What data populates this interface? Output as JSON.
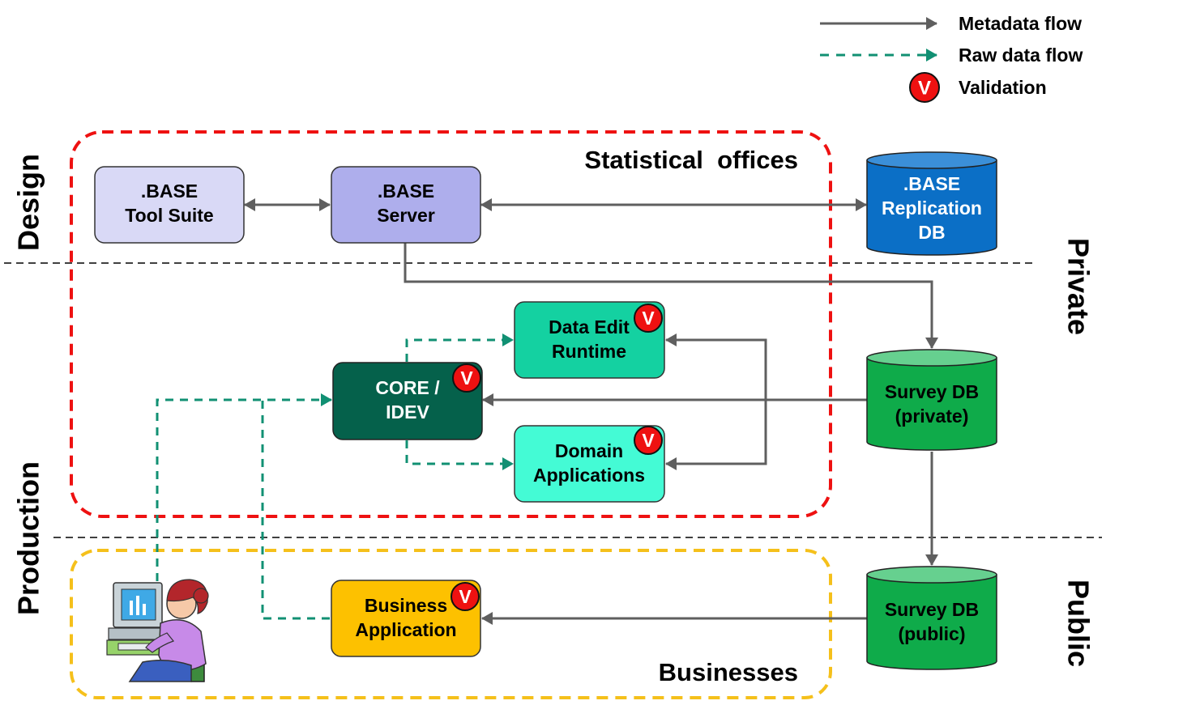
{
  "legend": {
    "metadata_flow": "Metadata flow",
    "raw_data_flow": "Raw data flow",
    "validation": "Validation",
    "validation_mark": "V"
  },
  "regions": {
    "statistical_offices": "Statistical  offices",
    "businesses": "Businesses"
  },
  "side_labels": {
    "design": "Design",
    "production": "Production",
    "private": "Private",
    "public": "Public"
  },
  "nodes": {
    "base_tool_suite": {
      "line1": ".BASE",
      "line2": "Tool Suite"
    },
    "base_server": {
      "line1": ".BASE",
      "line2": "Server"
    },
    "base_replication_db": {
      "line1": ".BASE",
      "line2": "Replication",
      "line3": "DB"
    },
    "data_edit_runtime": {
      "line1": "Data Edit",
      "line2": "Runtime"
    },
    "core_idev": {
      "line1": "CORE /",
      "line2": "IDEV"
    },
    "domain_applications": {
      "line1": "Domain",
      "line2": "Applications"
    },
    "survey_db_private": {
      "line1": "Survey DB",
      "line2": "(private)"
    },
    "survey_db_public": {
      "line1": "Survey DB",
      "line2": "(public)"
    },
    "business_application": {
      "line1": "Business",
      "line2": "Application"
    }
  },
  "colors": {
    "metadata_arrow": "#5f5f5f",
    "raw_data_arrow": "#119073",
    "validation_red": "#ee1111",
    "statistical_offices_border": "#ee1111",
    "businesses_border": "#f5c01b",
    "base_tool_suite": "#d9d9f6",
    "base_server": "#aeaeec",
    "replication_db": "#0b6fc6",
    "data_edit_runtime": "#14d1a1",
    "core_idev": "#05614b",
    "domain_applications": "#44fbd5",
    "survey_db": "#0fab4a",
    "business_application": "#fdc100"
  }
}
